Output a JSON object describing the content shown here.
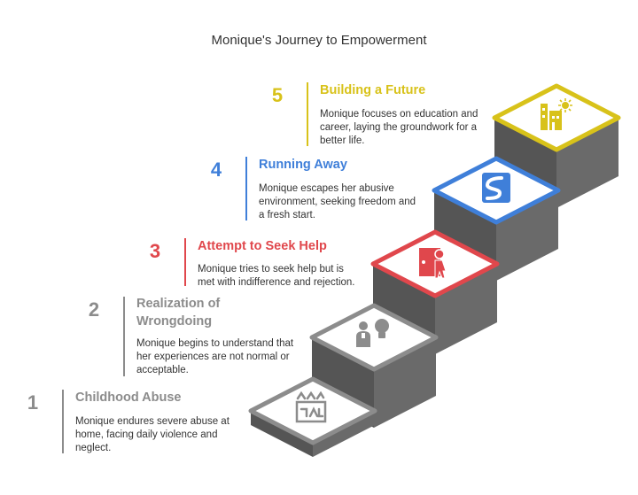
{
  "title": "Monique's Journey to Empowerment",
  "colors": {
    "step1": "#8c8c8c",
    "step2": "#8c8c8c",
    "step3": "#e0474c",
    "step4": "#3f7fd9",
    "step5": "#d8c21a",
    "stair_side": "#555555",
    "stair_front": "#6a6a6a"
  },
  "steps": [
    {
      "number": "1",
      "heading": "Childhood Abuse",
      "description": "Monique endures severe abuse at home, facing daily violence and neglect.",
      "icon": "damaged-house-icon"
    },
    {
      "number": "2",
      "heading": "Realization of Wrongdoing",
      "description": "Monique begins to understand that her experiences are not normal or acceptable.",
      "icon": "person-lightbulb-icon"
    },
    {
      "number": "3",
      "heading": "Attempt to Seek Help",
      "description": "Monique tries to seek help but is met with indifference and rejection.",
      "icon": "person-at-door-icon"
    },
    {
      "number": "4",
      "heading": "Running Away",
      "description": "Monique escapes her abusive environment, seeking freedom and a fresh start.",
      "icon": "winding-road-icon"
    },
    {
      "number": "5",
      "heading": "Building a Future",
      "description": "Monique focuses on education and career, laying the groundwork for a better life.",
      "icon": "city-sun-icon"
    }
  ]
}
